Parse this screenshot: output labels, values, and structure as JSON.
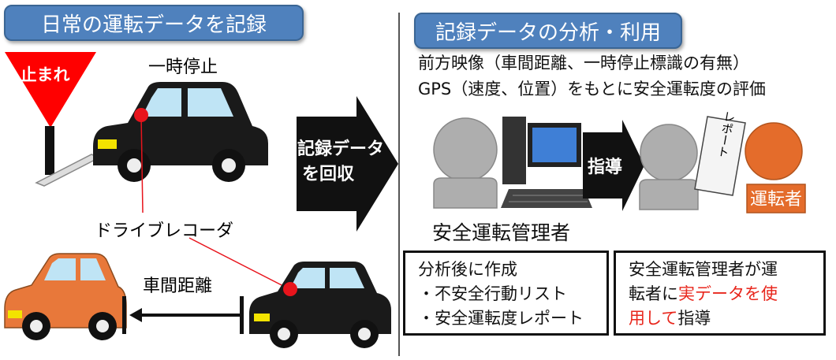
{
  "left_header": "日常の運転データを記録",
  "right_header": "記録データの分析・利用",
  "stop_sign_text": "止まれ",
  "stop_label": "一時停止",
  "recorder_label": "ドライブレコーダ",
  "distance_label": "車間距離",
  "collect_arrow": {
    "line1": "記録データ",
    "line2": "を回収"
  },
  "evaluation_text": {
    "line1": "前方映像（車間距離、一時停止標識の有無）",
    "line2": "GPS（速度、位置）をもとに安全運転度の評価"
  },
  "guidance_arrow": "指導",
  "report_paper": "レポート",
  "manager_label": "安全運転管理者",
  "driver_label": "運転者",
  "analysis_box": {
    "title": "分析後に作成",
    "items": [
      "・不安全行動リスト",
      "・安全運転度レポート"
    ]
  },
  "guidance_box": {
    "line1": "安全運転管理者が運",
    "line2_plain": "転者に",
    "line2_red": "実データを使",
    "line3_red": "用して",
    "line3_plain": "指導"
  },
  "colors": {
    "header_blue": "#4f81bd",
    "stop_red": "#ff0000",
    "recorder_red": "#e8141c",
    "driver_orange": "#e46c2b",
    "car_black": "#1a1a1a",
    "car_orange": "#e8783a",
    "person_gray": "#aeaeae",
    "highlight_red": "#e8261c"
  }
}
